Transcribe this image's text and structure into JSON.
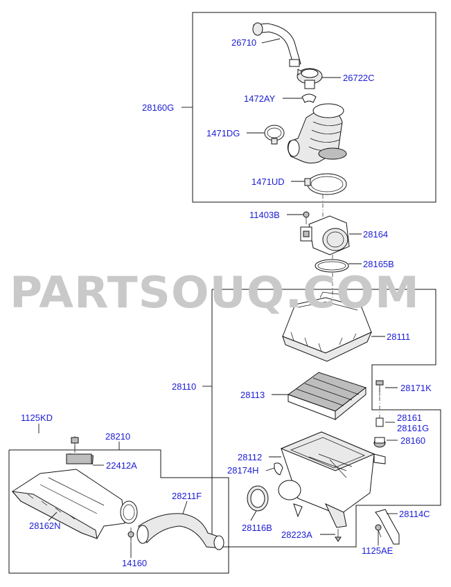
{
  "watermark": "PARTSOUQ.COM",
  "parts": {
    "p26710": "26710",
    "p26722C": "26722C",
    "p1472AY": "1472AY",
    "p28160G": "28160G",
    "p1471DG": "1471DG",
    "p1471UD": "1471UD",
    "p11403B": "11403B",
    "p28164": "28164",
    "p28165B": "28165B",
    "p28111": "28111",
    "p28110": "28110",
    "p28113": "28113",
    "p28171K": "28171K",
    "p28161": "28161",
    "p28161G": "28161G",
    "p28160": "28160",
    "p1125KD": "1125KD",
    "p28210": "28210",
    "p22412A": "22412A",
    "p28112": "28112",
    "p28174H": "28174H",
    "p28211F": "28211F",
    "p28162N": "28162N",
    "p28116B": "28116B",
    "p28223A": "28223A",
    "p28114C": "28114C",
    "p14160": "14160",
    "p1125AE": "1125AE"
  }
}
